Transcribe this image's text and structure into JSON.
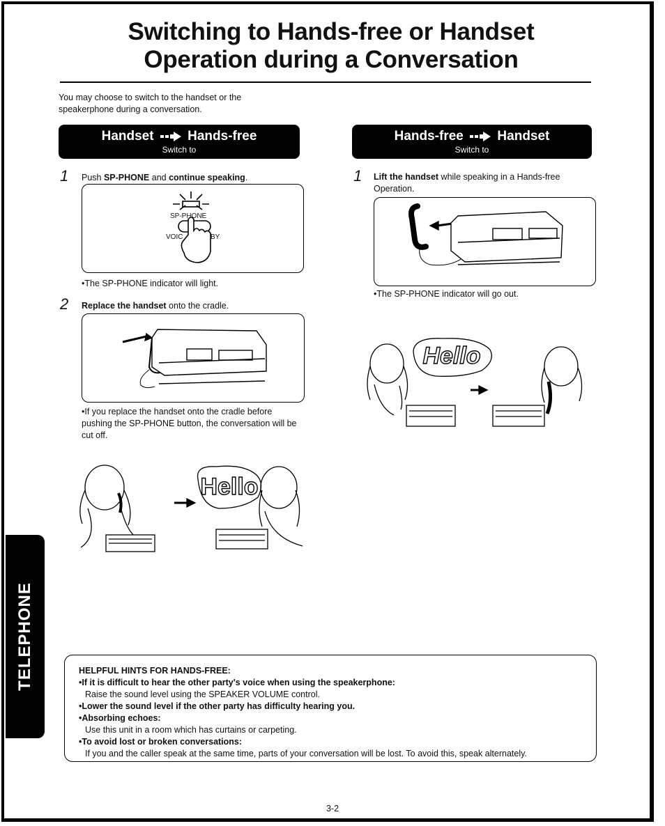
{
  "title_line1": "Switching to Hands-free or Handset",
  "title_line2": "Operation during a Conversation",
  "intro": "You may choose to switch to the handset or the speakerphone during a conversation.",
  "left_banner": {
    "from": "Handset",
    "to": "Hands-free",
    "sub": "Switch to"
  },
  "right_banner": {
    "from": "Hands-free",
    "to": "Handset",
    "sub": "Switch to"
  },
  "left_steps": {
    "step1_num": "1",
    "step1_pre": "Push ",
    "step1_bold1": "SP-PHONE",
    "step1_mid": " and ",
    "step1_bold2": "continue speaking",
    "step1_end": ".",
    "button_label": "SP-PHONE",
    "voice_label": "VOIC",
    "by_label": "BY",
    "note1": "•The SP-PHONE indicator will light.",
    "step2_num": "2",
    "step2_bold": "Replace the handset",
    "step2_rest": " onto the cradle.",
    "note2": "•If you replace the handset onto the cradle before pushing the SP-PHONE button, the conversation will be cut off.",
    "hello": "Hello"
  },
  "right_steps": {
    "step1_num": "1",
    "step1_bold": "Lift the handset",
    "step1_rest": " while speaking in a Hands-free Operation.",
    "note1": "•The SP-PHONE indicator will go out.",
    "hello": "Hello"
  },
  "side_tab": "TELEPHONE",
  "hints": {
    "heading": "HELPFUL HINTS FOR HANDS-FREE:",
    "item1_head": "•If it is difficult to hear the other party's voice when using the speakerphone:",
    "item1_body": "Raise the sound level using the SPEAKER VOLUME control.",
    "item2_head": "•Lower the sound level if the other party has difficulty hearing you.",
    "item3_head": "•Absorbing echoes:",
    "item3_body": "Use this unit in a room which has curtains or carpeting.",
    "item4_head": "•To avoid lost or broken conversations:",
    "item4_body": "If you and the caller speak at the same time, parts of your conversation will be lost. To avoid this, speak alternately."
  },
  "page_number": "3-2"
}
